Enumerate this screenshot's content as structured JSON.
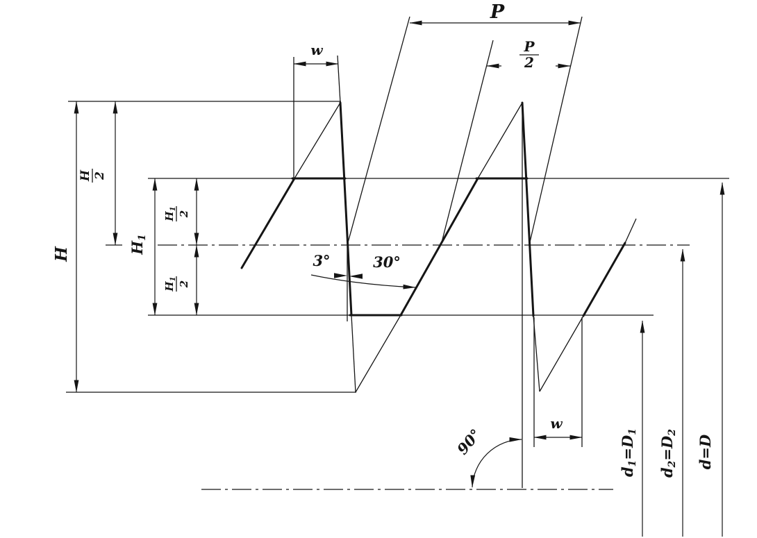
{
  "figure": {
    "subject": "Buttress sawtooth thread profile - basic dimensions diagram",
    "background_color": "#ffffff",
    "line_color": "#151515",
    "labels": {
      "pitch": "P",
      "half_pitch": {
        "num": "P",
        "den": "2"
      },
      "crest_width_top": "w",
      "crest_width_bottom": "w",
      "steep_flank_angle": "3°",
      "flank_angle": "30°",
      "axis_angle": "90°",
      "total_height": "H",
      "half_total_height": {
        "num": "H",
        "den": "2"
      },
      "working_height": {
        "base": "H",
        "sub": "1"
      },
      "half_working_height_upper": {
        "num": "H",
        "num_sub": "1",
        "den": "2"
      },
      "half_working_height_lower": {
        "num": "H",
        "num_sub": "1",
        "den": "2"
      },
      "minor_diameter": {
        "base": "d",
        "sub": "1",
        "eq": "=",
        "base2": "D",
        "sub2": "1"
      },
      "pitch_diameter": {
        "base": "d",
        "sub": "2",
        "eq": "=",
        "base2": "D",
        "sub2": "2"
      },
      "major_diameter": {
        "base": "d",
        "sub": "",
        "eq": "=",
        "base2": "D",
        "sub2": ""
      }
    }
  }
}
